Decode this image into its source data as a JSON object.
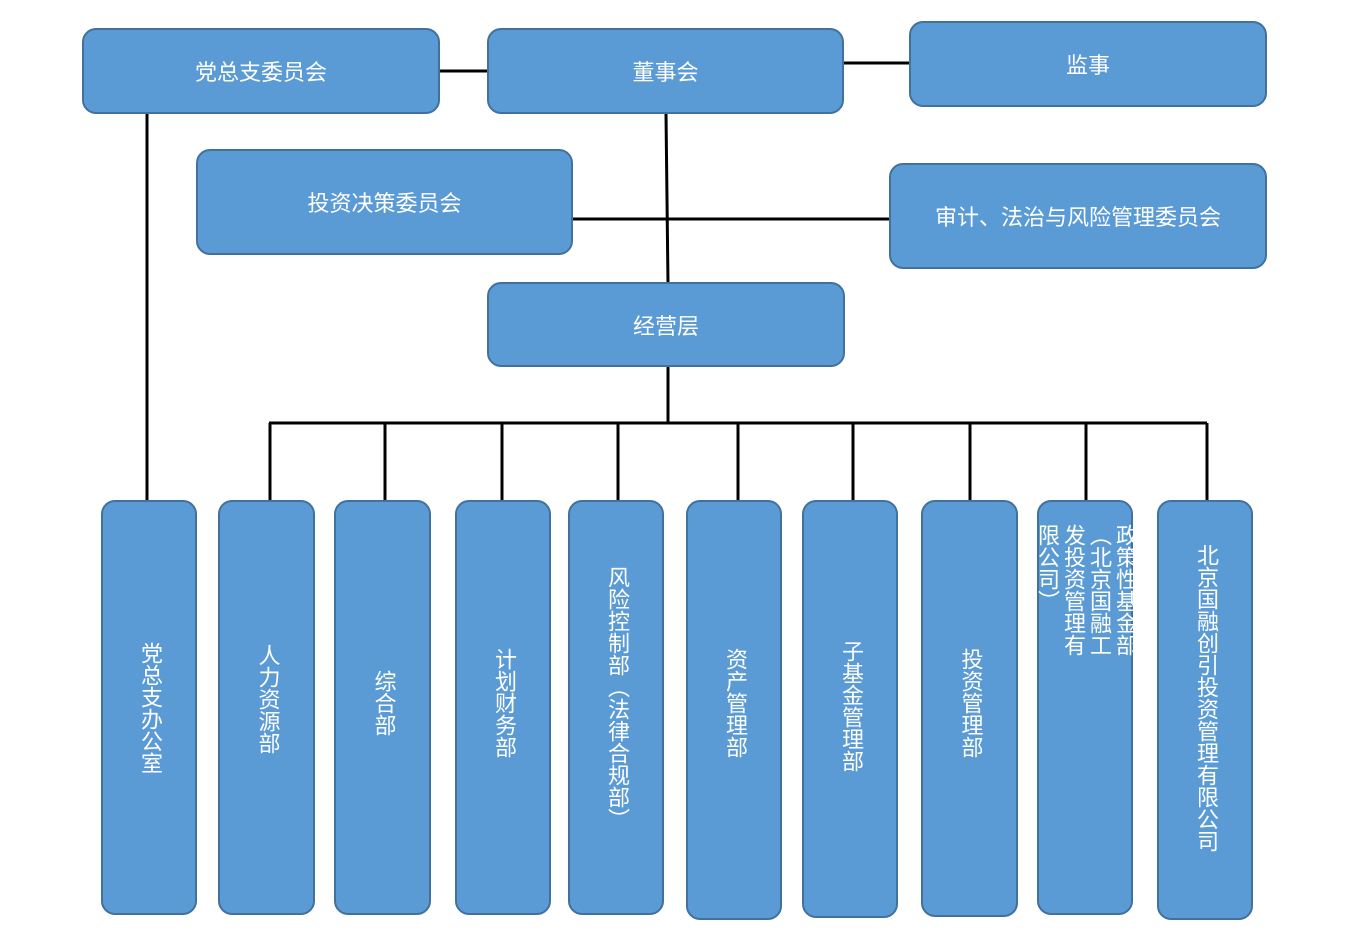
{
  "colors": {
    "box_fill": "#5b9bd5",
    "box_border": "#41719c",
    "text": "#ffffff",
    "line": "#000000"
  },
  "top": {
    "party_committee": "党总支委员会",
    "board": "董事会",
    "supervisor": "监事"
  },
  "committees": {
    "investment": "投资决策委员会",
    "audit": "审计、法治与风险管理委员会"
  },
  "management": "经营层",
  "departments": [
    "党总支办公室",
    "人力资源部",
    "综合部",
    "计划财务部",
    "风险控制部（法律合规部）",
    "资产管理部",
    "子基金管理部",
    "投资管理部",
    "政策性基金部（北京国融工发投资管理有限公司）",
    "北京国融创引投资管理有限公司"
  ]
}
